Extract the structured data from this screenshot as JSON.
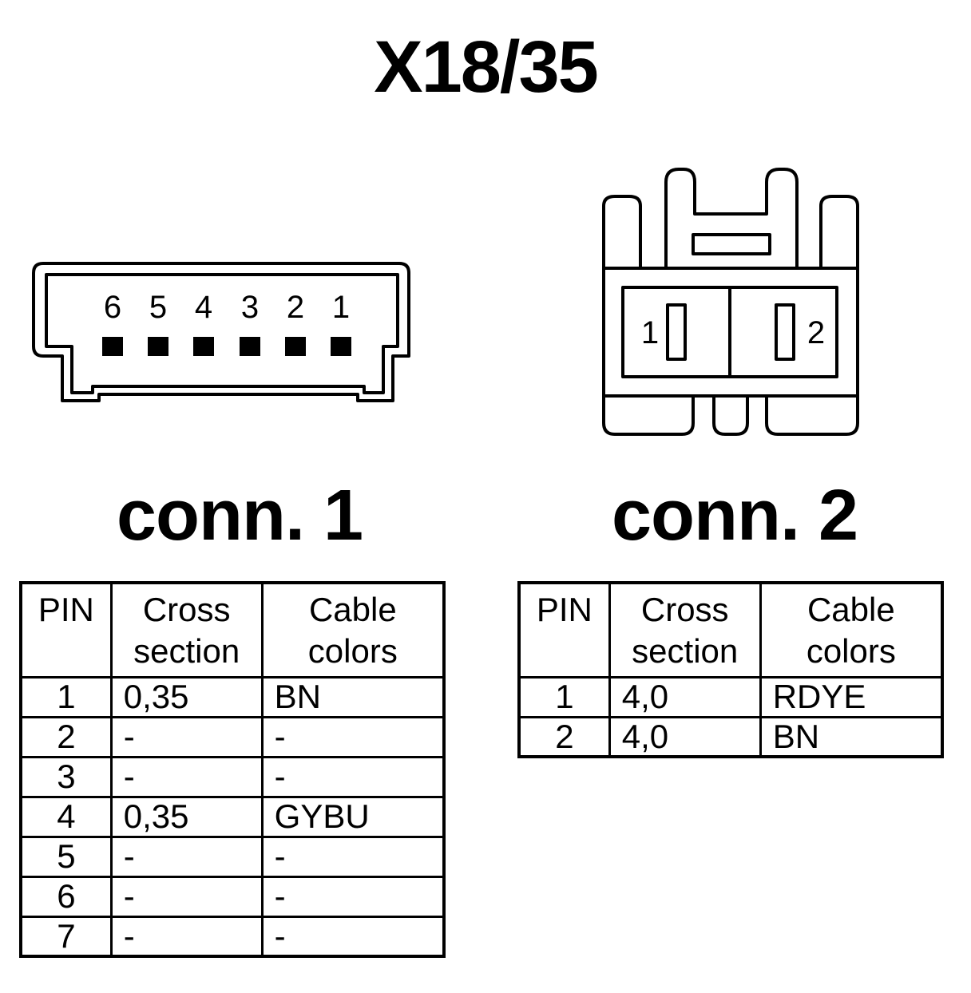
{
  "title": "X18/35",
  "connectors": [
    {
      "label": "conn. 1",
      "pin_numbers": [
        "6",
        "5",
        "4",
        "3",
        "2",
        "1"
      ],
      "table": {
        "headers": {
          "pin": "PIN",
          "cross_section": [
            "Cross",
            "section"
          ],
          "cable_colors": [
            "Cable",
            "colors"
          ]
        },
        "rows": [
          {
            "pin": "1",
            "cross_section": "0,35",
            "color": "BN"
          },
          {
            "pin": "2",
            "cross_section": "-",
            "color": "-"
          },
          {
            "pin": "3",
            "cross_section": "-",
            "color": "-"
          },
          {
            "pin": "4",
            "cross_section": "0,35",
            "color": "GYBU"
          },
          {
            "pin": "5",
            "cross_section": "-",
            "color": "-"
          },
          {
            "pin": "6",
            "cross_section": "-",
            "color": "-"
          },
          {
            "pin": "7",
            "cross_section": "-",
            "color": "-"
          }
        ]
      }
    },
    {
      "label": "conn. 2",
      "pin_numbers": [
        "1",
        "2"
      ],
      "table": {
        "headers": {
          "pin": "PIN",
          "cross_section": [
            "Cross",
            "section"
          ],
          "cable_colors": [
            "Cable",
            "colors"
          ]
        },
        "rows": [
          {
            "pin": "1",
            "cross_section": "4,0",
            "color": "RDYE"
          },
          {
            "pin": "2",
            "cross_section": "4,0",
            "color": "BN"
          }
        ]
      }
    }
  ]
}
